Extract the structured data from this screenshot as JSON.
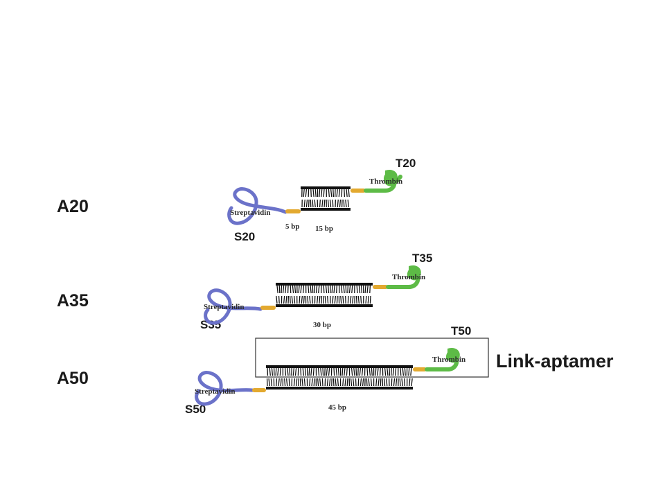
{
  "constructs": [
    {
      "name": "A20",
      "streptavidin_tag": "S20",
      "thrombin_tag": "T20",
      "streptavidin_label": "Streptavidin",
      "thrombin_label": "Thrombin",
      "bp_labels": [
        "5 bp",
        "15 bp"
      ]
    },
    {
      "name": "A35",
      "streptavidin_tag": "S35",
      "thrombin_tag": "T35",
      "streptavidin_label": "Streptavidin",
      "thrombin_label": "Thrombin",
      "bp_labels": [
        "30 bp"
      ]
    },
    {
      "name": "A50",
      "streptavidin_tag": "S50",
      "thrombin_tag": "T50",
      "streptavidin_label": "Streptavidin",
      "thrombin_label": "Thrombin",
      "bp_labels": [
        "45 bp"
      ]
    }
  ],
  "highlight_label": "Link-aptamer",
  "colors": {
    "streptavidin": "#6b72c9",
    "linker": "#e3a92f",
    "dna": "#111111",
    "thrombin": "#5dbb46",
    "highlight_box": "#333333"
  }
}
